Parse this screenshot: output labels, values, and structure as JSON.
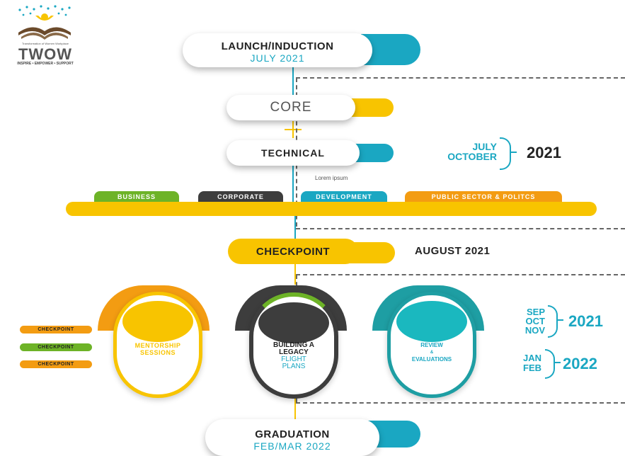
{
  "logo": {
    "name": "TWOW",
    "tagline": "INSPIRE • EMPOWER • SUPPORT",
    "small_text": "Transformation of Women Workplace"
  },
  "timeline": {
    "launch": {
      "title": "LAUNCH/INDUCTION",
      "date": "JULY 2021"
    },
    "core": {
      "title": "CORE"
    },
    "technical": {
      "title": "TECHNICAL"
    },
    "lorem": "Lorem ipsum",
    "tracks": [
      "BUSINESS",
      "CORPORATE",
      "DEVELOPMENT",
      "PUBLIC SECTOR & POLITCS"
    ],
    "checkpoint": {
      "title": "CHECKPOINT",
      "date": "AUGUST 2021"
    },
    "graduation": {
      "title": "GRADUATION",
      "date": "FEB/MAR 2022"
    }
  },
  "dates": {
    "july_october": {
      "line1": "JULY",
      "line2": "OCTOBER",
      "year": "2021"
    },
    "sep_nov": {
      "line1": "SEP",
      "line2": "OCT",
      "line3": "NOV",
      "year": "2021"
    },
    "jan_feb": {
      "line1": "JAN",
      "line2": "FEB",
      "year": "2022"
    }
  },
  "side_checkpoints": [
    "CHECKPOINT",
    "CHECKPOINT",
    "CHECKPOINT"
  ],
  "capsules": {
    "mentorship": {
      "line1": "MENTORSHIP",
      "line2": "SESSIONS"
    },
    "legacy": {
      "line1": "BUILDING A",
      "line2": "LEGACY",
      "line3": "FLIGHT",
      "line4": "PLANS"
    },
    "review": {
      "line1": "REVIEW",
      "line2": "&",
      "line3": "EVALUATIONS"
    }
  },
  "colors": {
    "yellow": "#f8c400",
    "cyan": "#1aa7c2",
    "green": "#6db327",
    "dark": "#3d3d3d",
    "orange": "#f39c12",
    "teal": "#1e9ea3"
  }
}
